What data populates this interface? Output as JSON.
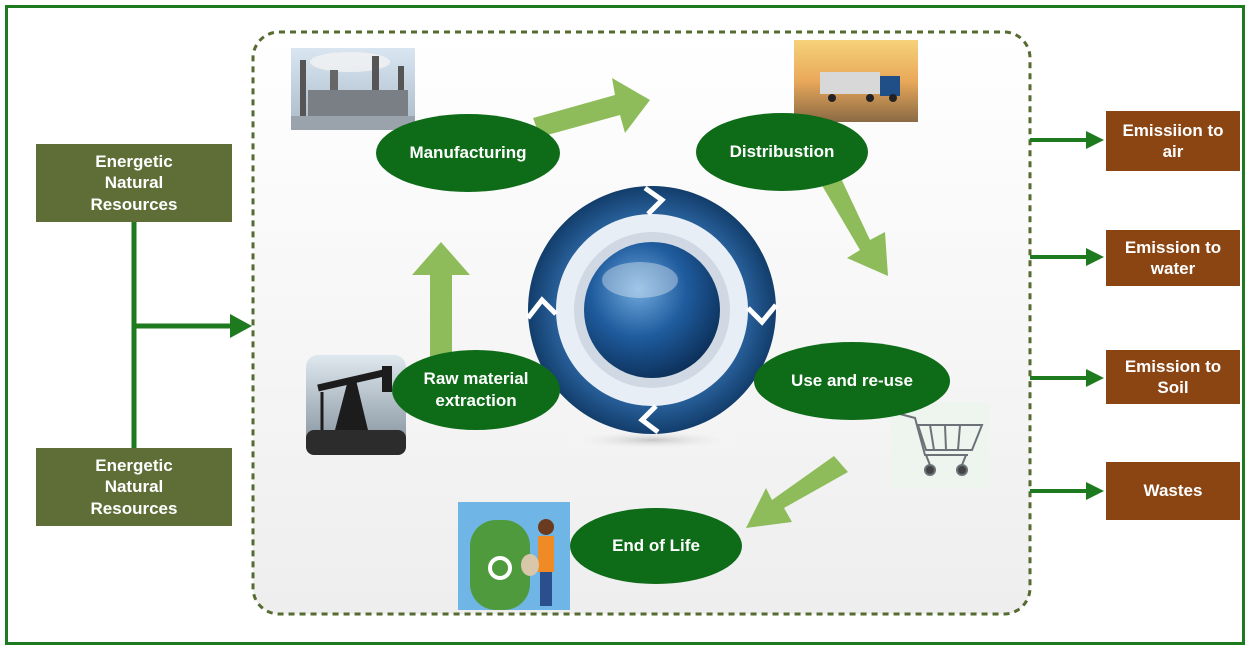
{
  "inputs": {
    "top_label": "Energetic Natural Resources",
    "top_lines": [
      "Energetic",
      "Natural",
      "Resources"
    ],
    "bottom_label": "Energetic Natural Resources",
    "bottom_lines": [
      "Energetic",
      "Natural",
      "Resources"
    ]
  },
  "lifecycle": {
    "manufacturing": "Manufacturing",
    "distribution": "Distribustion",
    "use": "Use and re-use",
    "end_of_life": "End of Life",
    "raw_material": "Raw material extraction",
    "raw_material_lines": [
      "Raw material",
      "extraction"
    ]
  },
  "outputs": {
    "air": "Emissiion to air",
    "air_lines": [
      "Emissiion to",
      "air"
    ],
    "water": "Emission to water",
    "water_lines": [
      "Emission to",
      "water"
    ],
    "soil": "Emission to Soil",
    "soil_lines": [
      "Emission to",
      "Soil"
    ],
    "wastes": "Wastes"
  },
  "colors": {
    "frame": "#1e7a1e",
    "resource_box": "#5e6e36",
    "output_box": "#8b4513",
    "stage_ellipse": "#0e6b18",
    "cycle_arrow": "#8fbc5a",
    "ring": "#1f4f86",
    "flow_arrow": "#1e7a1e",
    "dashed_border": "#556b2f"
  },
  "icons": [
    "factory-icon",
    "truck-icon",
    "shopping-cart-icon",
    "recycling-bin-icon",
    "oil-pump-icon",
    "cycle-ring-icon"
  ]
}
